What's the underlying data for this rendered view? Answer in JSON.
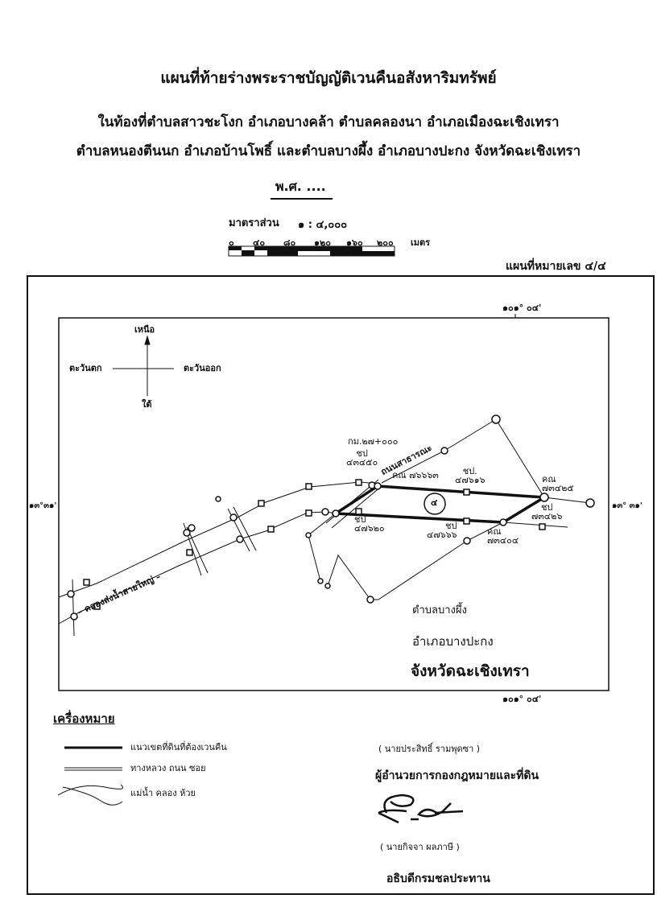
{
  "header": {
    "title": "แผนที่ท้ายร่างพระราชบัญญัติเวนคืนอสังหาริมทรัพย์",
    "line2": "ในท้องที่ตำบลสาวชะโงก อำเภอบางคล้า ตำบลคลองนา อำเภอเมืองฉะเชิงเทรา",
    "line3": "ตำบลหนองตีนนก อำเภอบ้านโพธิ์ และตำบลบางผึ้ง อำเภอบางปะกง จังหวัดฉะเชิงเทรา",
    "year": "พ.ศ. ....",
    "scale_label": "มาตราส่วน",
    "scale_value": "๑ : ๔,๐๐๐",
    "scale_ticks": [
      "๐",
      "๔๐",
      "๘๐",
      "๑๒๐",
      "๑๖๐",
      "๒๐๐"
    ],
    "scale_unit": "เมตร",
    "sheet_number": "แผนที่หมายเลข ๔/๔"
  },
  "map": {
    "coord_top": "๑๐๑° ๐๔'",
    "coord_bottom": "๑๐๑° ๐๔'",
    "coord_left": "๑๓°๓๑'",
    "coord_right": "๑๓° ๓๑'",
    "compass": {
      "north": "เหนือ",
      "south": "ใต้",
      "east": "ตะวันออก",
      "west": "ตะวันตก"
    },
    "km_marker": "กม.๒๗+๐๐๐",
    "road_label": "ถนนสาธารณะ",
    "canal_label": "– คลองส่งน้ำสายใหญ่ –",
    "parcel_number": "๔",
    "points": [
      {
        "code": "ชป",
        "number": "๔๓๔๕๐"
      },
      {
        "code": "คณ",
        "number": "๗๖๖๖๓"
      },
      {
        "code": "ชป.",
        "number": "๔๗๖๑๖"
      },
      {
        "code": "คณ",
        "number": "๗๓๔๒๕"
      },
      {
        "code": "ชป",
        "number": "๗๓๔๒๖"
      },
      {
        "code": "ชป",
        "number": "๔๗๖๒๐"
      },
      {
        "code": "ชป",
        "number": "๔๗๖๖๖"
      },
      {
        "code": "คณ",
        "number": "๗๓๔๐๔"
      }
    ],
    "location": {
      "tambon": "ตำบลบางผึ้ง",
      "amphoe": "อำเภอบางปะกง",
      "province": "จังหวัดฉะเชิงเทรา"
    }
  },
  "legend": {
    "title": "เครื่องหมาย",
    "items": [
      {
        "label": "แนวเขตที่ดินที่ต้องเวนคืน"
      },
      {
        "label": "ทางหลวง ถนน ซอย"
      },
      {
        "label": "แม่น้ำ คลอง ห้วย"
      }
    ]
  },
  "signatures": {
    "first_name": "( นายประสิทธิ์   รามพุดซา )",
    "first_title": "ผู้อำนวยการกองกฎหมายและที่ดิน",
    "second_name": "( นายกิจจา    ผลภาษี )",
    "second_title": "อธิบดีกรมชลประทาน"
  }
}
